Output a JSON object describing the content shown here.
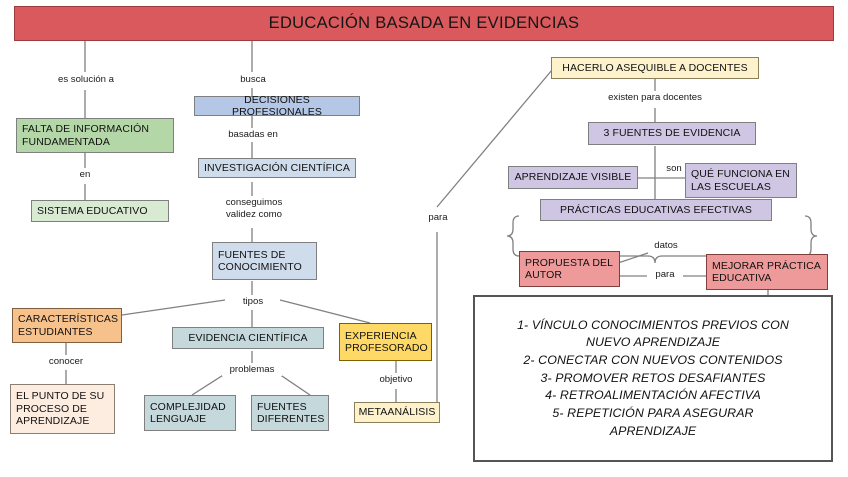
{
  "title": {
    "text": "EDUCACIÓN BASADA EN EVIDENCIAS",
    "color": "#d9595c"
  },
  "nodes": {
    "falta_informacion": "FALTA DE INFORMACIÓN\nFUNDAMENTADA",
    "sistema_educativo": "SISTEMA EDUCATIVO",
    "decisiones": "DECISIONES PROFESIONALES",
    "investigacion": "INVESTIGACIÓN CIENTÍFICA",
    "fuentes_conocimiento": "FUENTES DE\nCONOCIMIENTO",
    "caracteristicas": "CARACTERÍSTICAS\nESTUDIANTES",
    "punto_proceso": "EL PUNTO DE SU\nPROCESO DE\nAPRENDIZAJE",
    "evidencia_cientifica": "EVIDENCIA CIENTÍFICA",
    "complejidad": "COMPLEJIDAD\nLENGUAJE",
    "fuentes_diferentes": "FUENTES\nDIFERENTES",
    "experiencia": "EXPERIENCIA\nPROFESORADO",
    "metaanalisis": "METAANÁLISIS",
    "hacerlo_asequible": "HACERLO ASEQUIBLE A DOCENTES",
    "tres_fuentes": "3 FUENTES DE EVIDENCIA",
    "aprendizaje_visible": "APRENDIZAJE VISIBLE",
    "que_funciona": "QUÉ FUNCIONA EN\nLAS ESCUELAS",
    "practicas_efectivas": "PRÁCTICAS EDUCATIVAS EFECTIVAS",
    "propuesta_autor": "PROPUESTA DEL\nAUTOR",
    "mejorar_practica": "MEJORAR PRÁCTICA\nEDUCATIVA"
  },
  "link_labels": {
    "es_solucion_a": "es solución a",
    "en": "en",
    "busca": "busca",
    "basadas_en": "basadas en",
    "conseguimos_validez": "conseguimos\nvalidez como",
    "tipos": "tipos",
    "conocer": "conocer",
    "problemas": "problemas",
    "objetivo": "objetivo",
    "para_center": "para",
    "existen_para_docentes": "existen para docentes",
    "son": "son",
    "datos": "datos",
    "para_right": "para"
  },
  "list_box": {
    "items": "1- VÍNCULO CONOCIMIENTOS PREVIOS CON\nNUEVO APRENDIZAJE\n2- CONECTAR CON NUEVOS CONTENIDOS\n3- PROMOVER RETOS DESAFIANTES\n4- RETROALIMENTACIÓN AFECTIVA\n5- REPETICIÓN PARA ASEGURAR\nAPRENDIZAJE"
  }
}
